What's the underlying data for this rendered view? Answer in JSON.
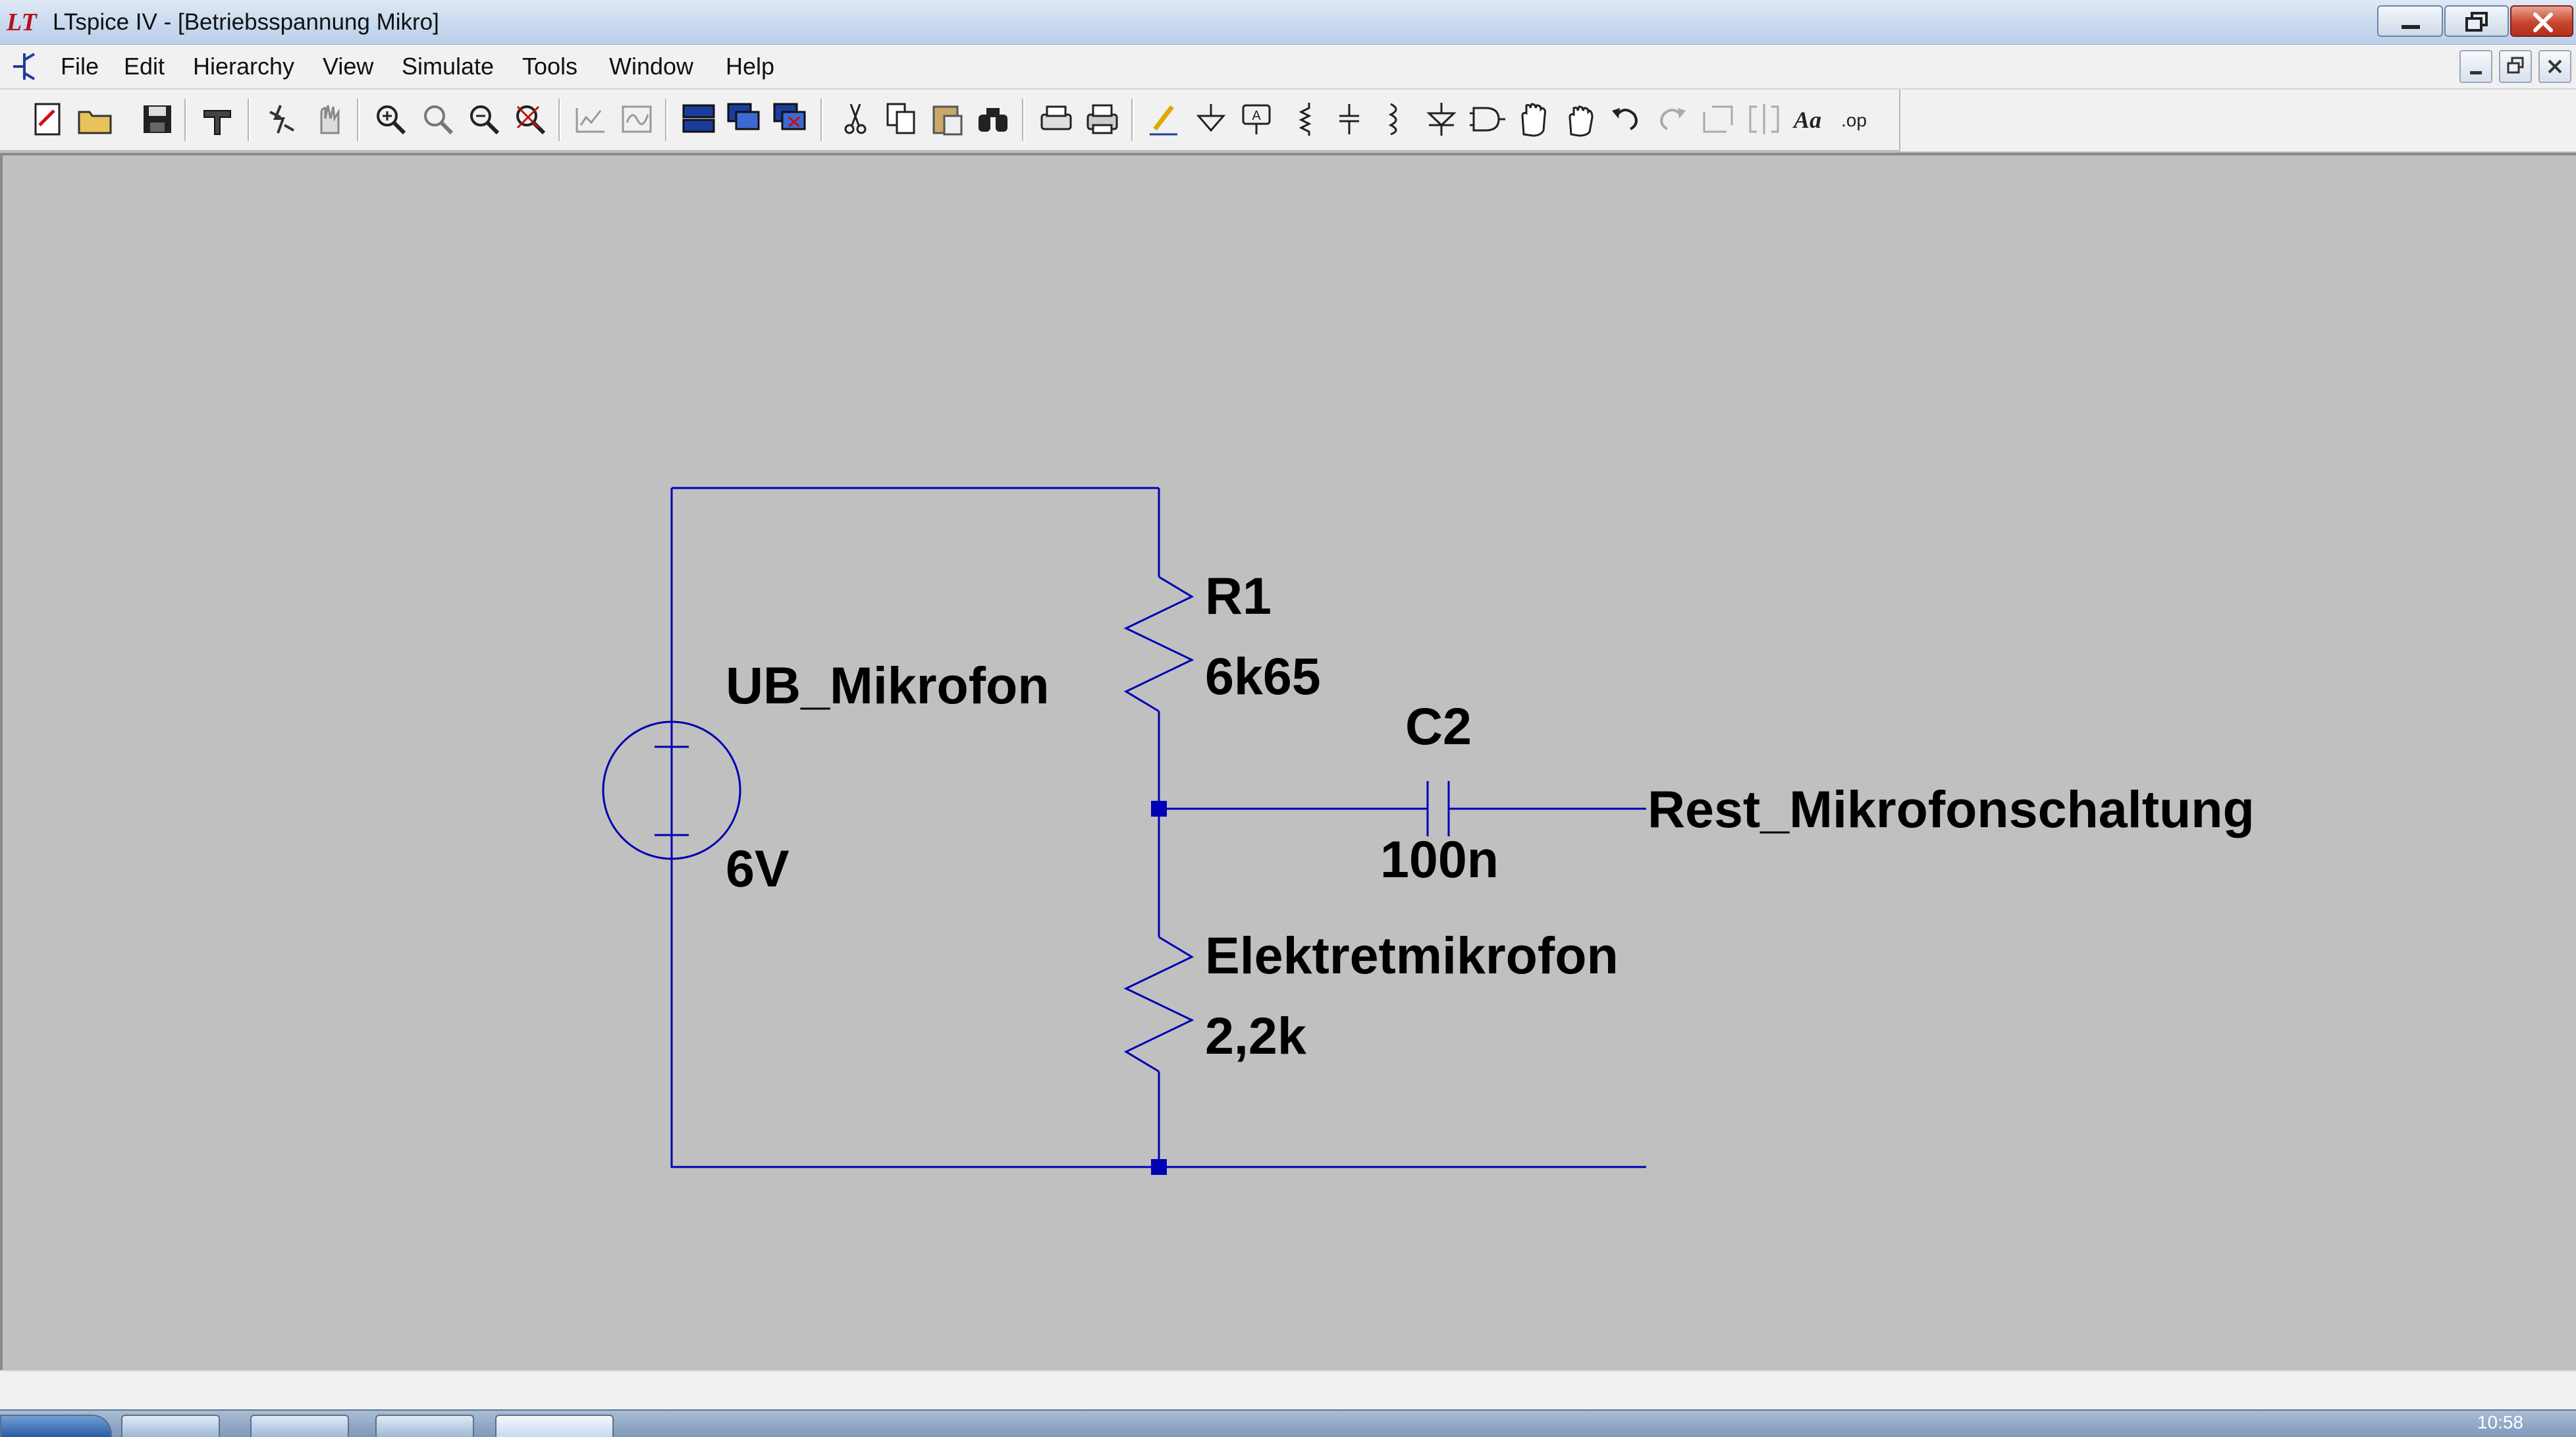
{
  "window": {
    "title": "LTspice IV - [Betriebsspannung Mikro]",
    "app_icon": "ltspice-logo-icon",
    "caption_buttons": [
      "minimize-icon",
      "restore-icon",
      "close-icon"
    ]
  },
  "menu": {
    "items": [
      "File",
      "Edit",
      "Hierarchy",
      "View",
      "Simulate",
      "Tools",
      "Window",
      "Help"
    ],
    "mdi_buttons": [
      "minimize-icon",
      "restore-icon",
      "close-icon"
    ]
  },
  "toolbar": {
    "tools": [
      "new-schematic-icon",
      "open-icon",
      "save-icon",
      "control-panel-icon",
      "run-icon",
      "halt-icon",
      "zoom-in-icon",
      "zoom-area-icon",
      "zoom-out-icon",
      "zoom-fit-icon",
      "autorange-icon",
      "waveform-icon",
      "tile-horizontal-icon",
      "cascade-icon",
      "close-windows-icon",
      "cut-icon",
      "copy-icon",
      "paste-icon",
      "find-icon",
      "print-setup-icon",
      "print-icon",
      "draw-wire-icon",
      "ground-icon",
      "label-net-icon",
      "resistor-icon",
      "capacitor-icon",
      "inductor-icon",
      "diode-icon",
      "component-icon",
      "move-icon",
      "drag-icon",
      "undo-icon",
      "redo-icon",
      "rotate-icon",
      "mirror-icon",
      "text-icon",
      "spice-directive-icon"
    ]
  },
  "schematic": {
    "wire_color": "#0000b4",
    "background": "#c0c0c0",
    "components": {
      "voltage_source": {
        "name": "UB_Mikrofon",
        "value": "6V"
      },
      "resistor_top": {
        "name": "R1",
        "value": "6k65"
      },
      "resistor_bottom": {
        "name": "Elektretmikrofon",
        "value": "2,2k"
      },
      "capacitor": {
        "name": "C2",
        "value": "100n"
      }
    },
    "net_label": "Rest_Mikrofonschaltung"
  },
  "taskbar": {
    "clock": "10:58"
  }
}
